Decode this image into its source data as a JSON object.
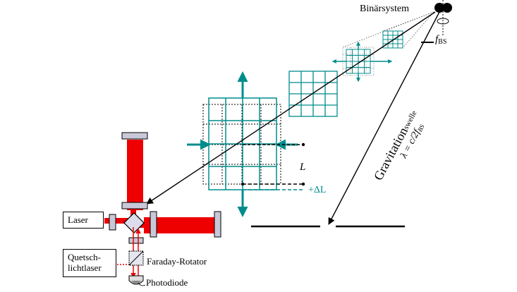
{
  "labels": {
    "binary_system": "Binärsystem",
    "f_bs_main": "f",
    "f_bs_sub": "BS",
    "gravitation_main": "Gravitation",
    "gravitation_sub": "swelle",
    "lambda_expr": "λ = c/2f",
    "lambda_sub": "BS",
    "length": "L",
    "delta_length": "+ΔL",
    "laser": "Laser",
    "squeezed_laser_line1": "Quetsch-",
    "squeezed_laser_line2": "lichtlaser",
    "faraday_rotator": "Faraday-Rotator",
    "photodiode": "Photodiode"
  },
  "colors": {
    "laser_beam": "#ee0000",
    "grid_teal": "#008c8c",
    "mirror_fill": "#c8c8d8",
    "ink": "#000000"
  }
}
